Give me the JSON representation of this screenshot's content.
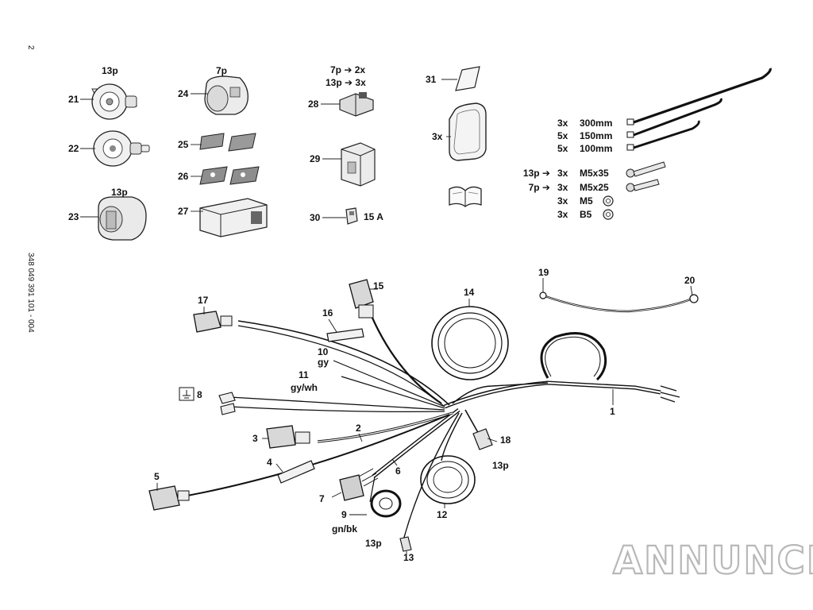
{
  "side_text": {
    "page_no": "2",
    "doc_no": "348 049 391 101 - 004"
  },
  "labels": {
    "p21_conn": "13p",
    "p21": "21",
    "p22": "22",
    "p23_conn": "13p",
    "p23": "23",
    "p24_conn": "7p",
    "p24": "24",
    "p25": "25",
    "p26": "26",
    "p27": "27",
    "p28_line1": "7p ➔ 2x",
    "p28_line2": "13p ➔ 3x",
    "p28": "28",
    "p29": "29",
    "p30": "30",
    "p30_rating": "15 A",
    "p31": "31",
    "p32_qty": "3x",
    "p1": "1",
    "p2": "2",
    "p3": "3",
    "p4": "4",
    "p5": "5",
    "p6": "6",
    "p7": "7",
    "p8": "8",
    "p9": "9",
    "p9_color": "gn/bk",
    "p9_conn": "13p",
    "p10": "10",
    "p10_color": "gy",
    "p11": "11",
    "p11_color": "gy/wh",
    "p12": "12",
    "p13": "13",
    "p14": "14",
    "p15": "15",
    "p16": "16",
    "p17": "17",
    "p18": "18",
    "p18_conn": "13p",
    "p19": "19",
    "p20": "20"
  },
  "hardware_list": [
    {
      "prefix": "",
      "qty": "3x",
      "spec": "300mm"
    },
    {
      "prefix": "",
      "qty": "5x",
      "spec": "150mm"
    },
    {
      "prefix": "",
      "qty": "5x",
      "spec": "100mm"
    },
    {
      "prefix": "13p ➔",
      "qty": "3x",
      "spec": "M5x35"
    },
    {
      "prefix": "7p ➔",
      "qty": "3x",
      "spec": "M5x25"
    },
    {
      "prefix": "",
      "qty": "3x",
      "spec": "M5"
    },
    {
      "prefix": "",
      "qty": "3x",
      "spec": "B5"
    }
  ],
  "watermark": {
    "text": "ANNUNCI"
  }
}
